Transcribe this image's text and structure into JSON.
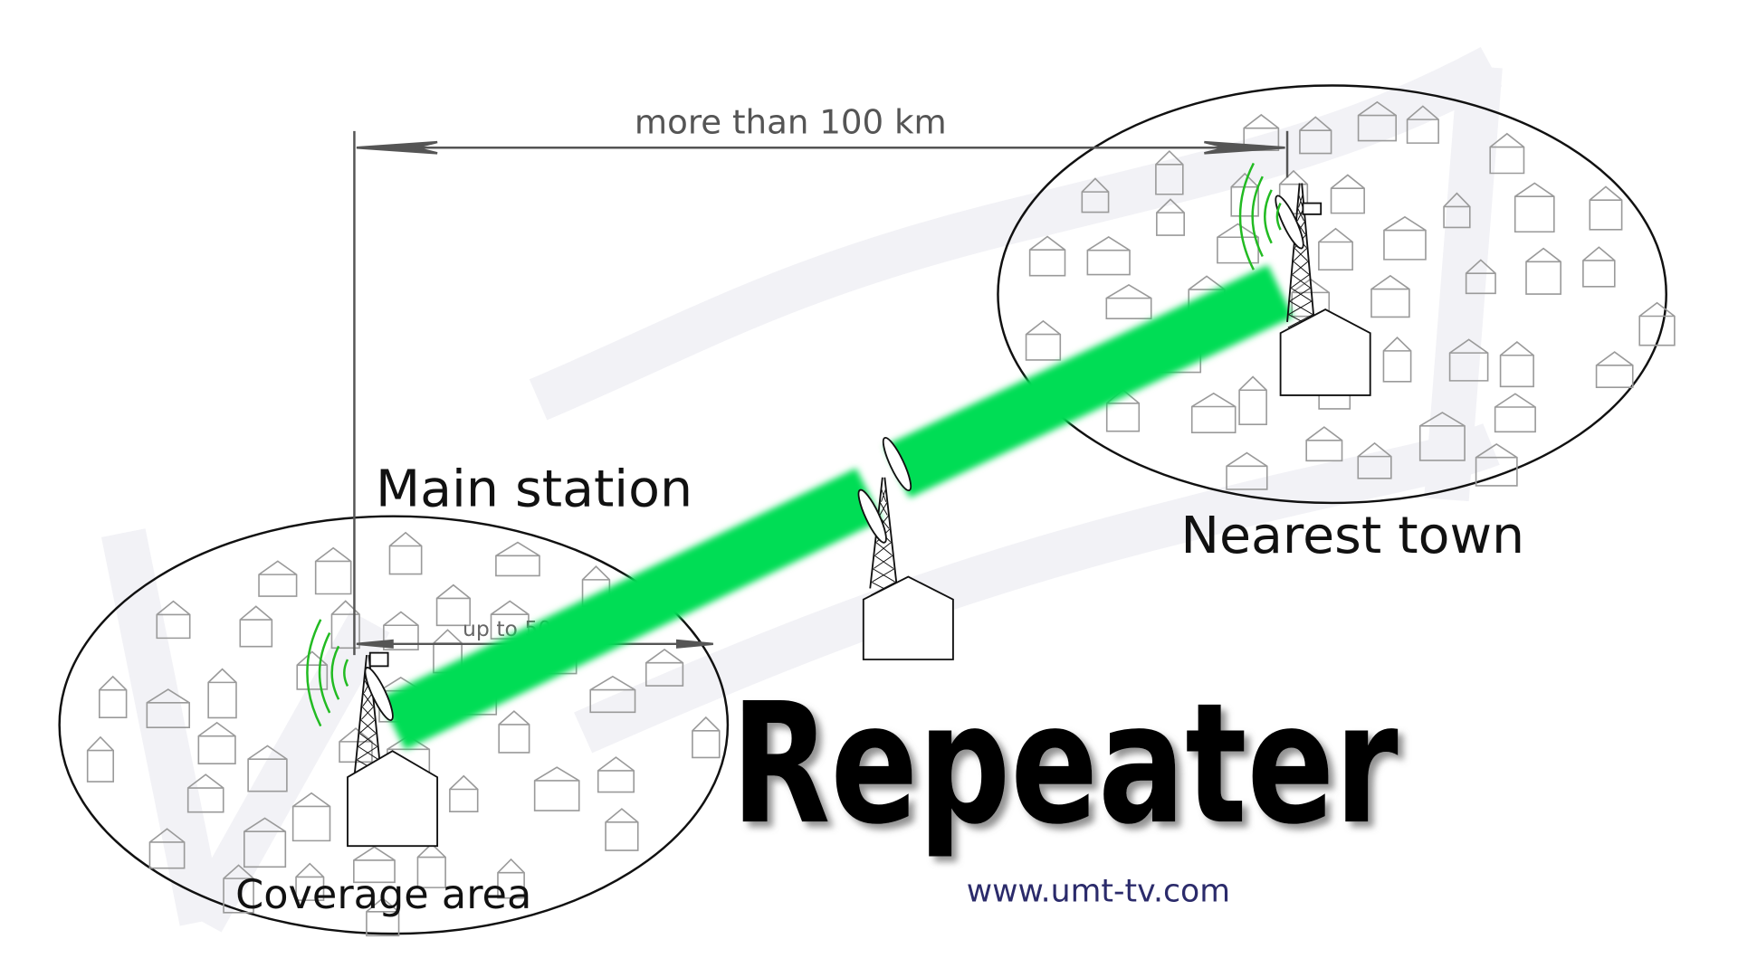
{
  "labels": {
    "distance_long": "more than 100 km",
    "distance_short": "up to 50 km",
    "main_station": "Main station",
    "nearest_town": "Nearest town",
    "coverage_area": "Coverage area",
    "title": "Repeater",
    "website": "www.umt-tv.com"
  },
  "colors": {
    "beam": "#00dd55",
    "signal": "#22bb22",
    "outline": "#111111",
    "house": "#9a9a9a",
    "website": "#2b2b6b"
  }
}
